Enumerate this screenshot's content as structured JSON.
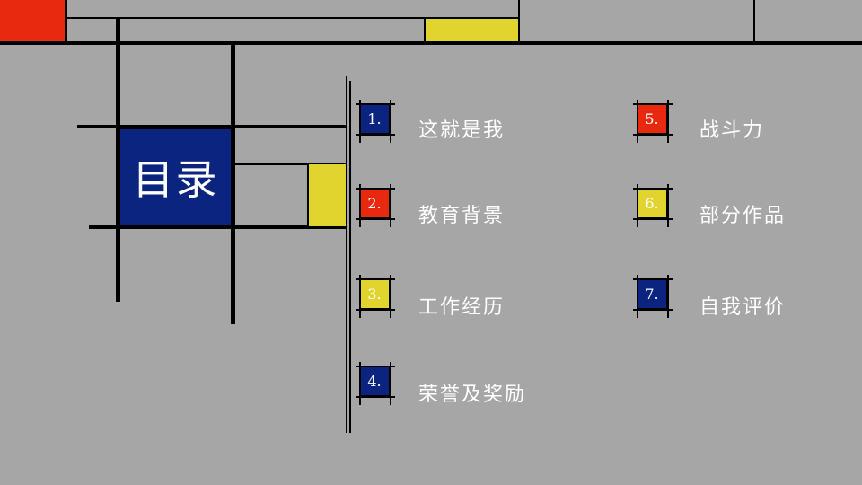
{
  "title": "目录",
  "colors": {
    "background": "#a6a6a6",
    "blue": "#0a2480",
    "red": "#e8280f",
    "yellow": "#e2d42f",
    "line": "#000000",
    "text": "#ffffff"
  },
  "items": [
    {
      "number": "1.",
      "label": "这就是我",
      "color": "blue"
    },
    {
      "number": "2.",
      "label": "教育背景",
      "color": "red"
    },
    {
      "number": "3.",
      "label": "工作经历",
      "color": "yellow"
    },
    {
      "number": "4.",
      "label": "荣誉及奖励",
      "color": "blue"
    },
    {
      "number": "5.",
      "label": "战斗力",
      "color": "red"
    },
    {
      "number": "6.",
      "label": "部分作品",
      "color": "yellow"
    },
    {
      "number": "7.",
      "label": "自我评价",
      "color": "blue"
    }
  ]
}
